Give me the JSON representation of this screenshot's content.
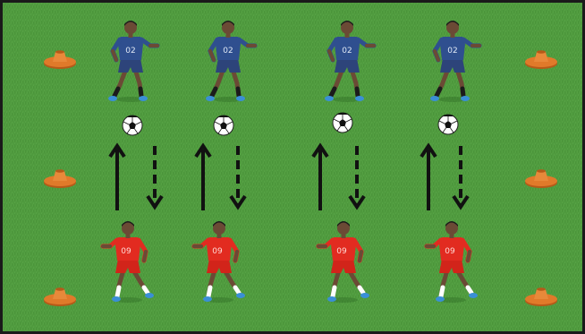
{
  "drill": {
    "cones_per_side": 3,
    "pairs": 4,
    "colors": {
      "pitch": "#4f9a3e",
      "pitch_dark": "#3e8730",
      "pitch_light": "#5fae4c",
      "cone": "#e07a2a",
      "cone_shadow": "#b65a18",
      "team_top_shirt": "#2f4f8f",
      "team_top_shorts": "#2d447a",
      "team_bottom_shirt": "#e22b20",
      "team_bottom_shorts": "#d2241a",
      "skin": "#6b4a35",
      "hair": "#1a1a1a",
      "arrow": "#111111",
      "ball": "#ffffff"
    },
    "jersey_top_number": "02",
    "jersey_bottom_number": "09",
    "arrows": [
      {
        "left": "solid-up",
        "right": "dashed-down"
      },
      {
        "left": "solid-up",
        "right": "dashed-down"
      },
      {
        "left": "solid-up",
        "right": "dashed-down"
      },
      {
        "left": "solid-up",
        "right": "dashed-down"
      }
    ]
  }
}
